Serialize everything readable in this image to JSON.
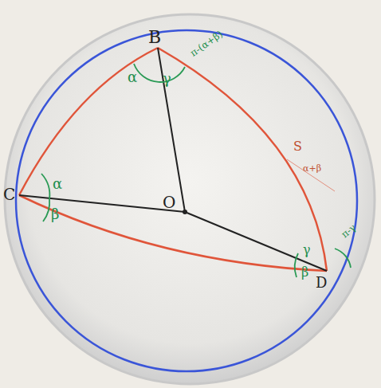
{
  "diagram": {
    "labels": [
      "B",
      "C",
      "O",
      "D",
      "α",
      "γ",
      "π-(α+β)",
      "S",
      "α+β",
      "α",
      "β",
      "γ",
      "β",
      "π-γ"
    ]
  }
}
